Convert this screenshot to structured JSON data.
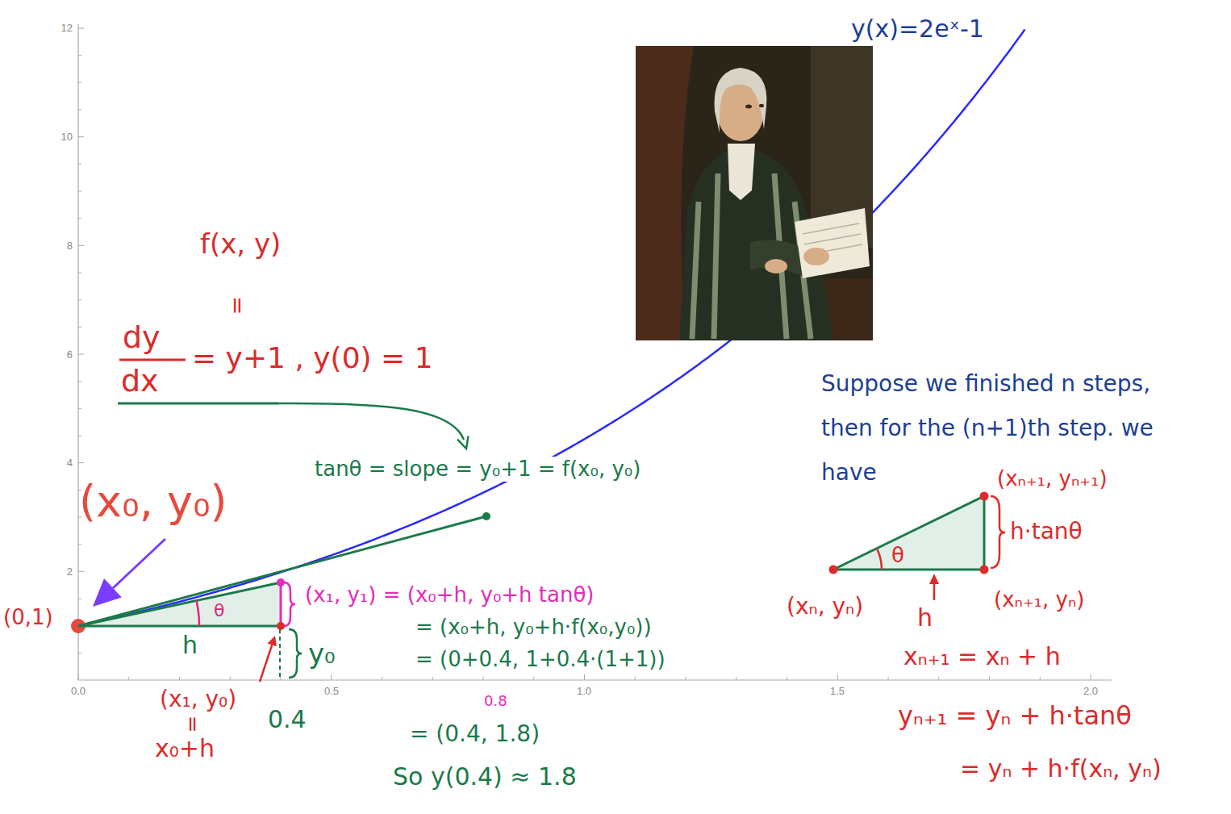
{
  "diagram": {
    "nodes": [
      {
        "text": [
          "θ"
        ]
      },
      {
        "text": [
          "θ"
        ]
      }
    ],
    "labels": [
      "12",
      "10",
      "8",
      "6",
      "4",
      "2",
      "0.0",
      "0.5",
      "1.0",
      "1.5",
      "2.0",
      "y(x)=2eˣ-1",
      "f(x, y)",
      "=",
      "dy",
      "dx",
      "= y+1 , y(0) = 1",
      "tanθ = slope = y₀+1 = f(x₀, y₀)",
      "(x₀, y₀)",
      "(0,1)",
      "h",
      "(x₁, y₀)",
      "=",
      "x₀+h",
      "y₀",
      "0.4",
      "(x₁, y₁) = (x₀+h, y₀+h tanθ)",
      "= (x₀+h, y₀+h·f(x₀,y₀))",
      "= (0+0.4, 1+0.4·(1+1))",
      "0.8",
      "= (0.4, 1.8)",
      "So y(0.4) ≈ 1.8",
      "Suppose we finished n steps, then for the (n+1)th step. we have",
      "(xₙ₊₁, yₙ₊₁)",
      "h·tanθ",
      "(xₙ, yₙ)",
      "(xₙ₊₁, yₙ)",
      "h",
      "xₙ₊₁ = xₙ + h",
      "yₙ₊₁ = yₙ + h·tanθ",
      "= yₙ + h·f(xₙ, yₙ)"
    ]
  }
}
